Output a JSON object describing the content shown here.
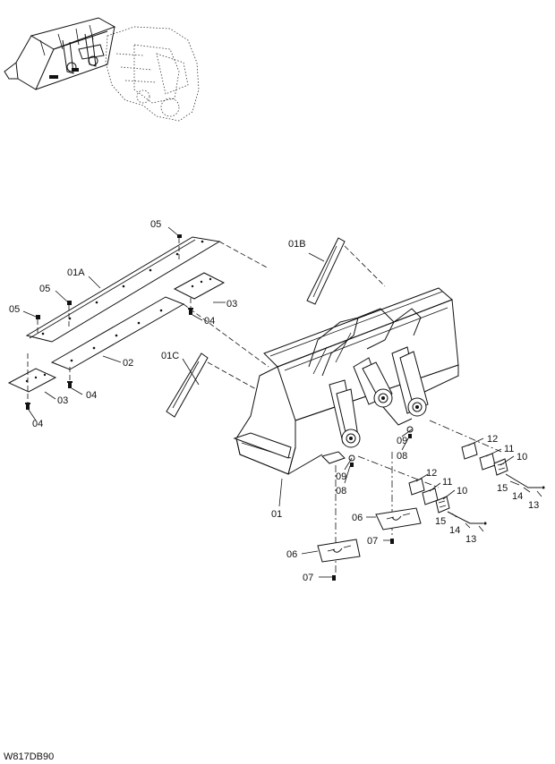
{
  "diagram": {
    "drawing_code": "W817DB90",
    "callouts": {
      "c05_top": "05",
      "c01A": "01A",
      "c05_mid": "05",
      "c05_left": "05",
      "c03_right": "03",
      "c04_right": "04",
      "c02": "02",
      "c03_left": "03",
      "c04_left_a": "04",
      "c04_left_b": "04",
      "c01B": "01B",
      "c01C": "01C",
      "c01": "01",
      "c09_upper": "09",
      "c08_upper": "08",
      "c09_lower": "09",
      "c08_lower": "08",
      "c12_right": "12",
      "c11_right": "11",
      "c10_right": "10",
      "c15_right": "15",
      "c14_right": "14",
      "c13_right": "13",
      "c12_mid": "12",
      "c11_mid": "11",
      "c10_mid": "10",
      "c15_mid": "15",
      "c14_mid": "14",
      "c13_mid": "13",
      "c06_upper": "06",
      "c07_upper": "07",
      "c06_lower": "06",
      "c07_lower": "07"
    }
  }
}
